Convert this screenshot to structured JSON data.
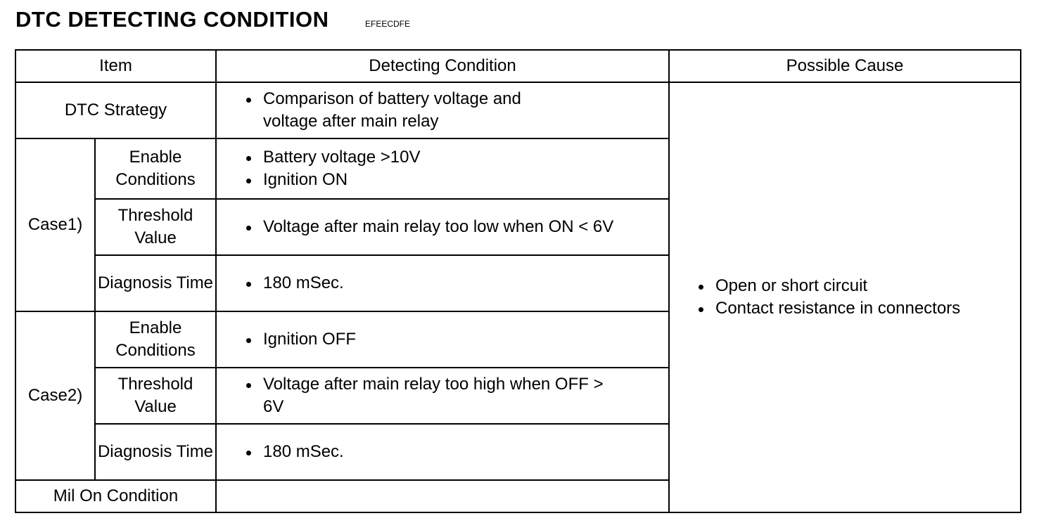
{
  "header": {
    "title": "DTC DETECTING CONDITION",
    "code": "EFEECDFE"
  },
  "table": {
    "columns": [
      "Item",
      "Detecting Condition",
      "Possible Cause"
    ],
    "strategy": {
      "label": "DTC Strategy",
      "lines": [
        "Comparison of battery voltage and voltage after main relay"
      ]
    },
    "case1": {
      "label": "Case1)",
      "enable": {
        "label": "Enable Conditions",
        "lines": [
          "Battery voltage >10V",
          "Ignition ON"
        ]
      },
      "threshold": {
        "label": "Threshold Value",
        "lines": [
          "Voltage after main relay too low when ON < 6V"
        ]
      },
      "diagnosis": {
        "label": "Diagnosis Time",
        "lines": [
          "180 mSec."
        ]
      }
    },
    "case2": {
      "label": "Case2)",
      "enable": {
        "label": "Enable Conditions",
        "lines": [
          "Ignition OFF"
        ]
      },
      "threshold": {
        "label": "Threshold Value",
        "lines": [
          "Voltage after main relay too high when OFF > 6V"
        ]
      },
      "diagnosis": {
        "label": "Diagnosis Time",
        "lines": [
          "180 mSec."
        ]
      }
    },
    "mil": {
      "label": "Mil On Condition",
      "value": ""
    },
    "possible_causes": [
      "Open or short circuit",
      "Contact resistance in connectors"
    ]
  }
}
